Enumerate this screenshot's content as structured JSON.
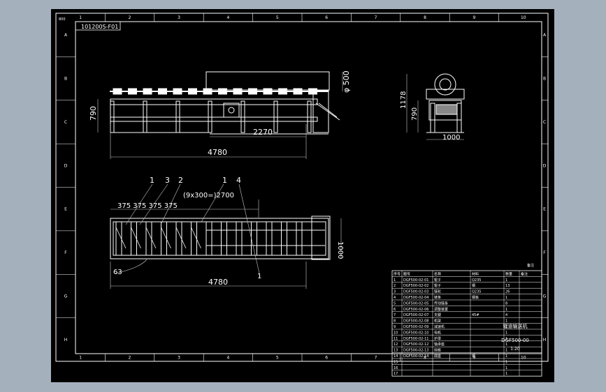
{
  "drawing": {
    "corner_tag": "800",
    "drawing_code": "101200S-F01",
    "column_numbers": [
      "1",
      "2",
      "3",
      "4",
      "5",
      "6",
      "7",
      "8",
      "9",
      "10"
    ],
    "row_letters": [
      "A",
      "B",
      "C",
      "D",
      "E",
      "F",
      "G",
      "H"
    ],
    "colors": {
      "background": "#a5b0bd",
      "sheet": "#000000",
      "line": "#ffffff",
      "dim": "#c8c8c8"
    }
  },
  "front_view": {
    "dim_diameter": "φ 500",
    "dim_height": "790",
    "dim_mid": "2270",
    "dim_total": "4780"
  },
  "side_view": {
    "dim_overall_height": "1178",
    "dim_height": "790",
    "dim_width": "1000"
  },
  "plan_view": {
    "callouts": [
      "1",
      "3",
      "2",
      "1",
      "4"
    ],
    "dim_spacing": "375 375 375 375",
    "dim_pitch": "(9x300=)2700",
    "dim_width": "1000",
    "dim_radius": "63",
    "callout_bottom": "1",
    "dim_total": "4780"
  },
  "title_block": {
    "corner_note": "备注",
    "header": [
      "序号",
      "图号",
      "名称",
      "材料",
      "数量",
      "备注"
    ],
    "rows": [
      [
        "1",
        "DGF500-02-01",
        "辊子",
        "Q235",
        "1",
        ""
      ],
      [
        "2",
        "DGF500-02-02",
        "辊子",
        "钢",
        "13",
        ""
      ],
      [
        "3",
        "DGF500-02-03",
        "链轮",
        "Q235",
        "26",
        ""
      ],
      [
        "4",
        "DGF500-02-04",
        "链条",
        "钢板",
        "1",
        ""
      ],
      [
        "5",
        "DGF500-02-05",
        "传动链条",
        "",
        "8",
        ""
      ],
      [
        "6",
        "DGF500-02-06",
        "调整装置",
        "",
        "1",
        ""
      ],
      [
        "7",
        "DGF500-02-07",
        "支腿",
        "45#",
        "4",
        ""
      ],
      [
        "8",
        "DGF500-02-08",
        "机架",
        "",
        "1",
        ""
      ],
      [
        "9",
        "DGF500-02-09",
        "减速机",
        "",
        "1",
        ""
      ],
      [
        "10",
        "DGF500-02-10",
        "电机",
        "",
        "1",
        ""
      ],
      [
        "11",
        "DGF500-02-11",
        "护罩",
        "",
        "1",
        ""
      ],
      [
        "12",
        "DGF500-02-12",
        "轴承座",
        "",
        "1",
        ""
      ],
      [
        "13",
        "DGF500-02-13",
        "挡板",
        "",
        "1",
        ""
      ],
      [
        "14",
        "DGF500-02-14",
        "底座",
        "钢",
        "1",
        ""
      ],
      [
        "15",
        "",
        "",
        "",
        "1",
        ""
      ],
      [
        "16",
        "",
        "",
        "",
        "1",
        ""
      ],
      [
        "17",
        "",
        "",
        "",
        "1",
        ""
      ]
    ],
    "title_main": "辊道输送机",
    "drawing_no": "DGF500-00",
    "scale": "1:20",
    "sheet_count": "共1张"
  }
}
